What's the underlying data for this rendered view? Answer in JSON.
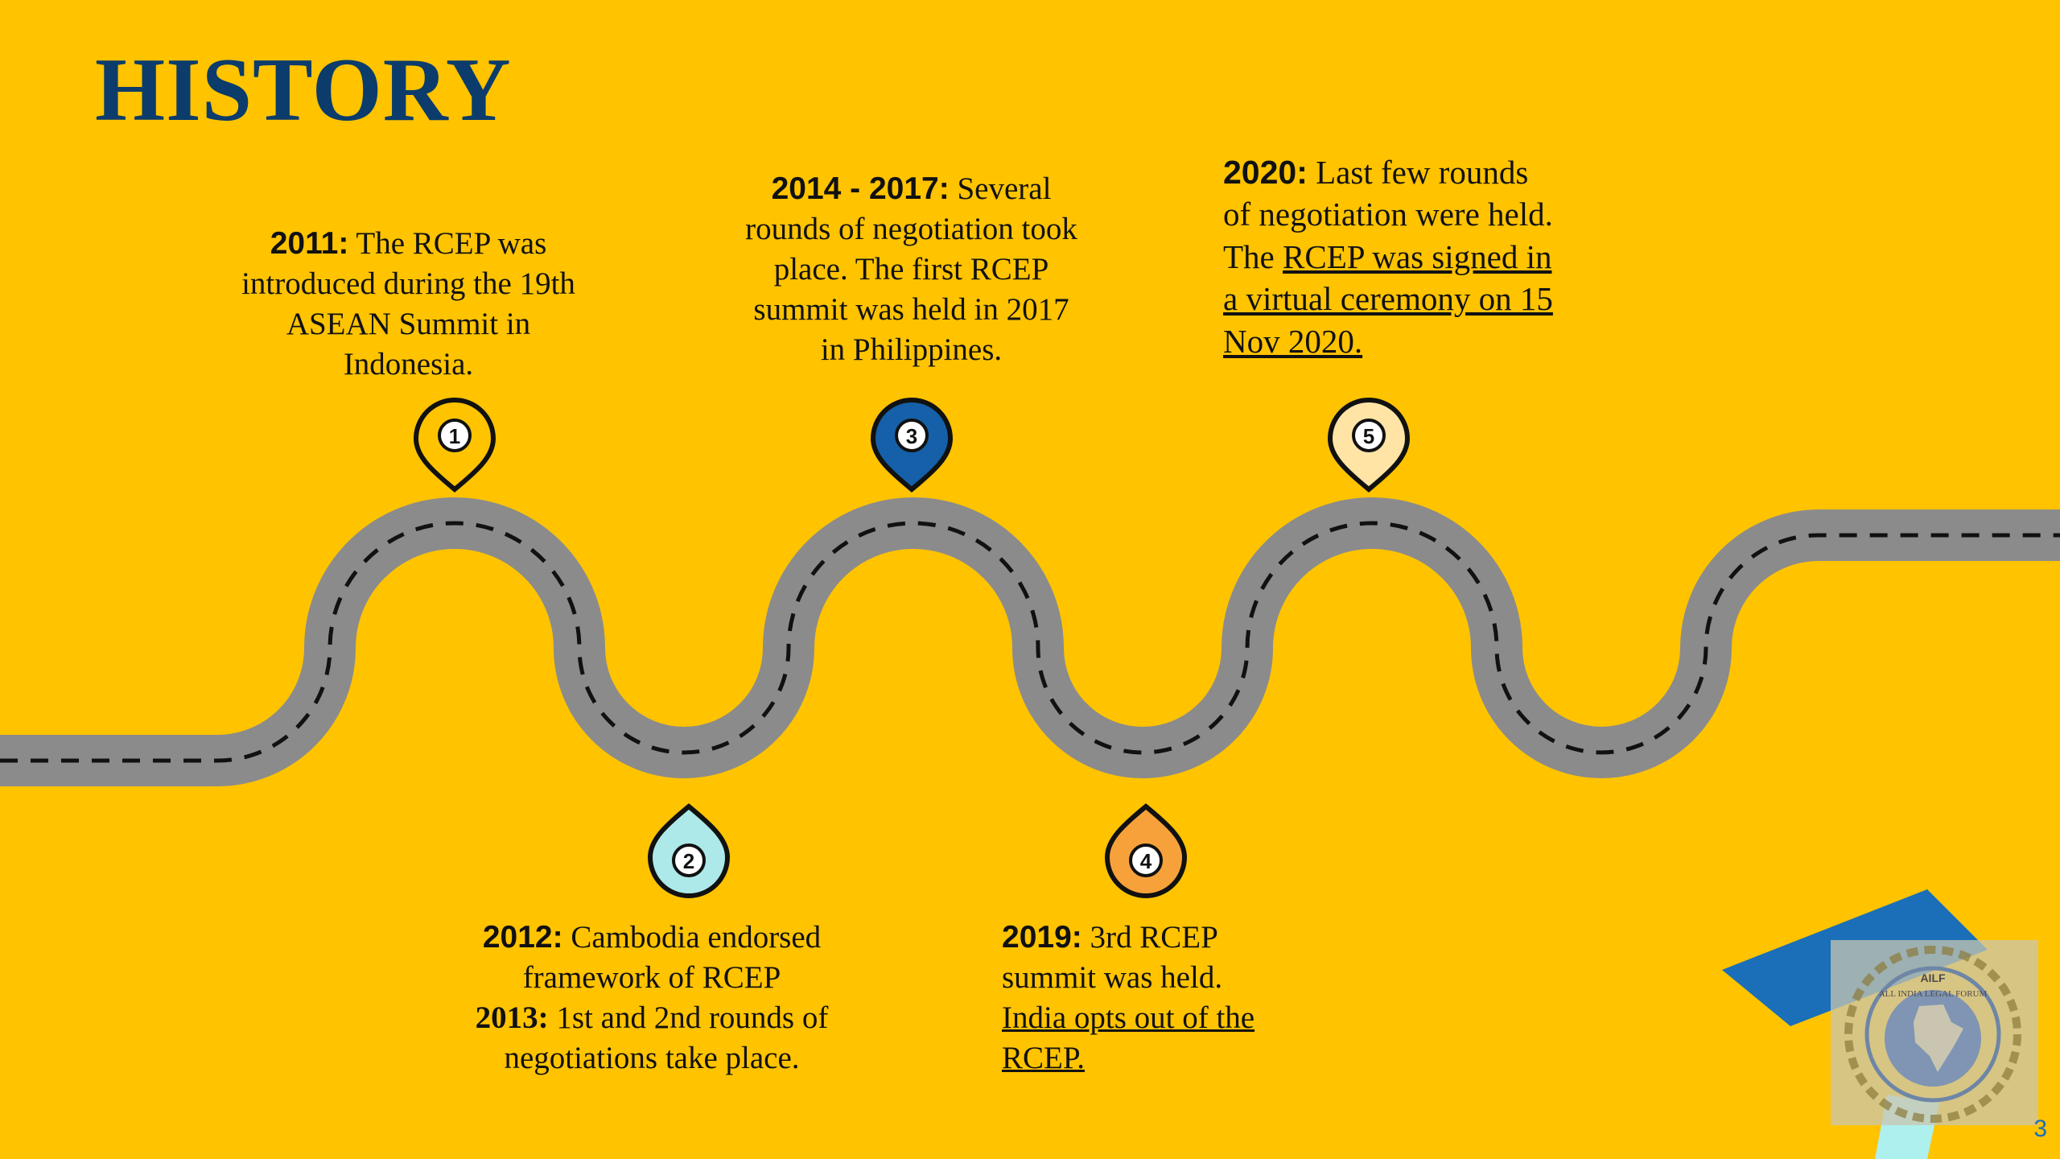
{
  "title": "HISTORY",
  "colors": {
    "background": "#ffc300",
    "title": "#0b3c6b",
    "road": "#8b8b8b",
    "pin1": "#ffc300",
    "pin2": "#aee9e9",
    "pin3": "#1560a8",
    "pin4": "#f7a13a",
    "pin5": "#ffe4a6"
  },
  "pins": [
    {
      "number": "1"
    },
    {
      "number": "2"
    },
    {
      "number": "3"
    },
    {
      "number": "4"
    },
    {
      "number": "5"
    }
  ],
  "events": {
    "e2011": {
      "year": "2011:",
      "text": " The RCEP was introduced during the 19th ASEAN Summit in Indonesia."
    },
    "e2012": {
      "year": "2012:",
      "text": " Cambodia endorsed framework of RCEP",
      "year2": "2013:",
      "text2": " 1st and 2nd rounds of negotiations take place."
    },
    "e2014": {
      "year": "2014 - 2017:",
      "text": " Several rounds of negotiation took place. The first RCEP summit was held in 2017 in Philippines."
    },
    "e2019": {
      "year": "2019:",
      "text": " 3rd RCEP summit was held.",
      "link": "India opts out of the RCEP."
    },
    "e2020": {
      "year": "2020:",
      "text": " Last few rounds of negotiation were held. The ",
      "link": "RCEP was signed in a virtual ceremony on 15 Nov 2020."
    }
  },
  "logo": {
    "name": "AILF",
    "caption": "ALL INDIA LEGAL FORUM"
  },
  "slide_number": "3"
}
